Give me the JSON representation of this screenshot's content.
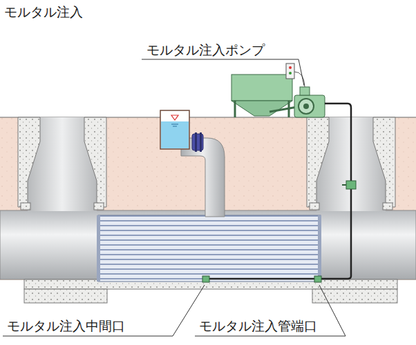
{
  "diagram": {
    "title": "モルタル注入",
    "labels": [
      "モルタル注入ポンプ",
      "モルタル注入中間口",
      "モルタル注入管端口"
    ]
  }
}
